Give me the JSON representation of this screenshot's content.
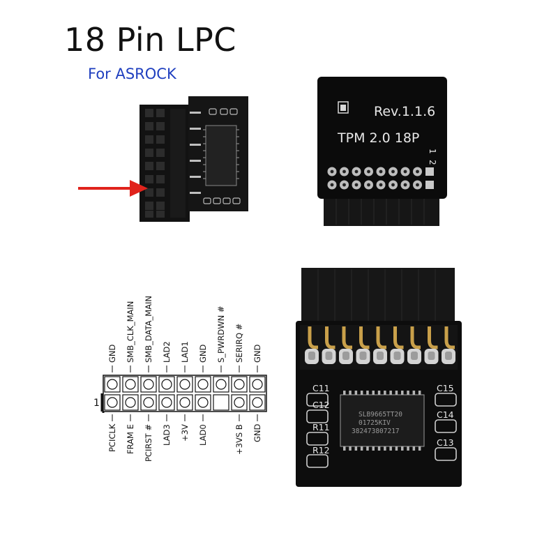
{
  "header": {
    "title": "18 Pin LPC",
    "subtitle": "For ASROCK"
  },
  "board_front": {
    "rev": "Rev.1.1.6",
    "model": "TPM 2.0 18P",
    "pin_marks": [
      "1",
      "2"
    ]
  },
  "board_bottom": {
    "labels": [
      "C11",
      "C12",
      "R11",
      "R12",
      "C15",
      "C14",
      "C13"
    ],
    "chip_lines": [
      "SLB9665TT20",
      "01725KIV",
      "382473807217"
    ]
  },
  "pinout": {
    "pin1_label": "1",
    "top_labels": [
      "GND",
      "SMB_CLK_MAIN",
      "SMB_DATA_MAIN",
      "LAD2",
      "LAD1",
      "GND",
      "S_PWRDWN #",
      "SERIRQ #",
      "GND"
    ],
    "bottom_labels": [
      "PCICLK",
      "FRAM E",
      "PCIRST #",
      "LAD3",
      "+3V",
      "LAD0",
      "",
      "+3VS B",
      "GND"
    ],
    "missing_pin_column": 7
  },
  "colors": {
    "title": "#111111",
    "subtitle": "#1f3fbf",
    "pcb": "#0e0e0e",
    "gold": "#c9a04a",
    "arrow": "#e0231c"
  },
  "icons": [
    "red-arrow-icon"
  ]
}
